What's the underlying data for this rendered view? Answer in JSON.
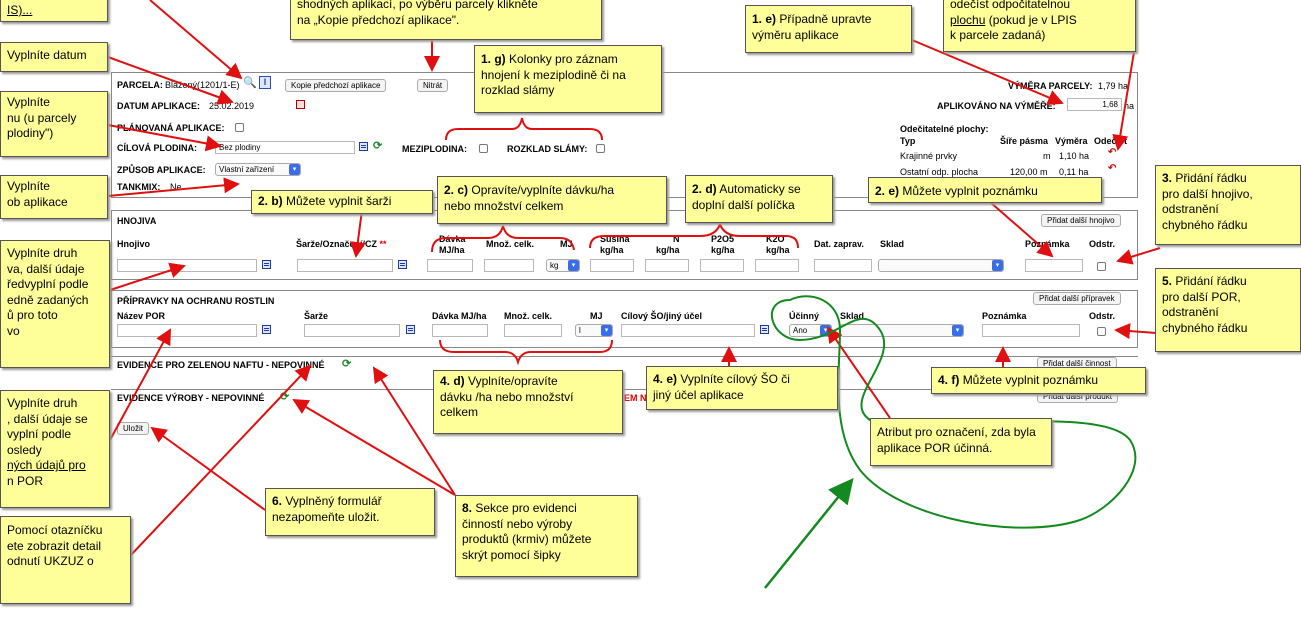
{
  "form": {
    "parcela_label": "PARCELA:",
    "parcela_value": "Blažený(1201/1-E)",
    "kopie_button": "Kopie předchozí aplikace",
    "nitrat_button": "Nitrát",
    "datum_label": "DATUM APLIKACE:",
    "datum_value": "25.02.2019",
    "planovana_label": "PLÁNOVANÁ APLIKACE:",
    "cilova_label": "CÍLOVÁ PLODINA:",
    "cilova_value": "Bez plodiny",
    "meziplodina_label": "MEZIPLODINA:",
    "rozklad_label": "ROZKLAD SLÁMY:",
    "zpusob_label": "ZPŮSOB APLIKACE:",
    "zpusob_value": "Vlastní zařízení",
    "tankmix_label": "TANKMIX:",
    "tankmix_value": "Ne",
    "vymera_label": "VÝMĚRA PARCELY:",
    "vymera_value": "1,79 ha",
    "aplikovano_label": "APLIKOVÁNO NA VÝMĚŘE:",
    "aplikovano_value": "1,68",
    "aplikovano_unit": "ha",
    "odecitatelne_title": "Odečitatelné plochy:",
    "odec_headers": {
      "typ": "Typ",
      "sire": "Šíře pásma",
      "vymera": "Výměra",
      "odecist": "Odečíst"
    },
    "odec_rows": [
      {
        "typ": "Krajinné prvky",
        "sire": "m",
        "vymera": "1,10 ha"
      },
      {
        "typ": "Ostatní odp. plocha",
        "sire": "120,00 m",
        "vymera": "0,11 ha"
      }
    ]
  },
  "hnojiva": {
    "title": "HNOJIVA",
    "add_button": "Přidat další hnojivo",
    "col_hnojivo": "Hnojivo",
    "col_sarze": "Šarže/Označení/CZ",
    "col_sarze_mark": "**",
    "col_davka": "Dávka\nMJ/ha",
    "col_mnoz": "Množ. celk.",
    "col_mj": "MJ",
    "col_susina": "Sušina\nkg/ha",
    "col_n": "N\nkg/ha",
    "col_p2o5": "P2O5\nkg/ha",
    "col_k2o": "K2O\nkg/ha",
    "col_dat": "Dat. zaprav.",
    "col_sklad": "Sklad",
    "col_poznamka": "Poznámka",
    "col_odstr": "Odstr.",
    "mj_value": "kg"
  },
  "por": {
    "title": "PŘÍPRAVKY NA OCHRANU ROSTLIN",
    "add_button": "Přidat další přípravek",
    "col_nazev": "Název POR",
    "col_sarze": "Šarže",
    "col_davka": "Dávka MJ/ha",
    "col_mnoz": "Množ. celk.",
    "col_mj": "MJ",
    "col_cilovy": "Cílový ŠO/jiný účel",
    "col_ucinny": "Účinný",
    "col_sklad": "Sklad",
    "col_poznamka": "Poznámka",
    "col_odstr": "Odstr.",
    "mj_value": "l",
    "ucinny_value": "Ano"
  },
  "nafta": {
    "title": "EVIDENCE PRO ZELENOU NAFTU - NEPOVINNÉ",
    "add_button": "Přidat další činnost"
  },
  "vyroba": {
    "title": "EVIDENCE VÝROBY - NEPOVINNÉ",
    "add_button": "Přidat další produkt",
    "fragment": "EM N"
  },
  "save_button": "Uložit",
  "callouts": {
    "top_left_fragment": "IS)...",
    "c_datum": "Vyplníte datum",
    "c_plodinu": "Vyplníte\nnu (u parcely\nplodiny\")",
    "c_zpusob": "Vyplníte\nob aplikace",
    "c_druh_hnojiva": "Vyplníte druh\nva, další údaje\nředvyplní podle\nedně zadaných\nů pro toto\nvo",
    "c_druh_por_lines": [
      "Vyplníte druh",
      ", další údaje se",
      "vyplní podle",
      "osledy",
      "ných  údajů pro",
      "n POR"
    ],
    "c_otaznicek": "Pomocí otazníčku\nete zobrazit detail\nodnutí UKZUZ o",
    "c_kopie": "shodných aplikací, po výběru parcely klikněte\nna „Kopie předchozí aplikace\".",
    "c1g_num": "1. g)",
    "c1g_text": "Kolonky pro záznam\nhnojení k meziplodině či na\nrozklad slámy",
    "c1e_num": "1. e)",
    "c1e_text": "Případně upravte\nvýměru aplikace",
    "c_odecist_lines": [
      "odečíst odpočitatelnou",
      "plochu",
      " (pokud je v LPIS",
      "k parcele zadaná)"
    ],
    "c2b_num": "2. b)",
    "c2b_text": "Můžete vyplnit šarži",
    "c2c_num": "2. c)",
    "c2c_text": "Opravíte/vyplníte dávku/ha\nnebo množství celkem",
    "c2d_num": "2. d)",
    "c2d_text": "Automaticky se\ndoplní další políčka",
    "c2e_num": "2. e)",
    "c2e_text": "Můžete vyplnit poznámku",
    "c3_num": "3.",
    "c3_text": "Přidání řádku\npro další hnojivo,\nodstranění\nchybného řádku",
    "c5_num": "5.",
    "c5_text": "Přidání řádku\npro další POR,\nodstranění\nchybného řádku",
    "c4d_num": "4. d)",
    "c4d_text": "Vyplníte/opravíte\ndávku /ha nebo množství\ncelkem",
    "c4e_num": "4. e)",
    "c4e_text": "Vyplníte cílový ŠO či\njiný účel aplikace",
    "c4f_num": "4. f)",
    "c4f_text": "Můžete vyplnit poznámku",
    "c_atribut": "Atribut pro označení, zda byla\naplikace POR účinná.",
    "c6_num": "6.",
    "c6_text": "Vyplněný formulář\nnezapomeňte uložit.",
    "c8_num": "8.",
    "c8_text": "Sekce pro evidenci\nčinností nebo výroby\nproduktů (krmiv) můžete\nskrýt pomocí šipky"
  }
}
